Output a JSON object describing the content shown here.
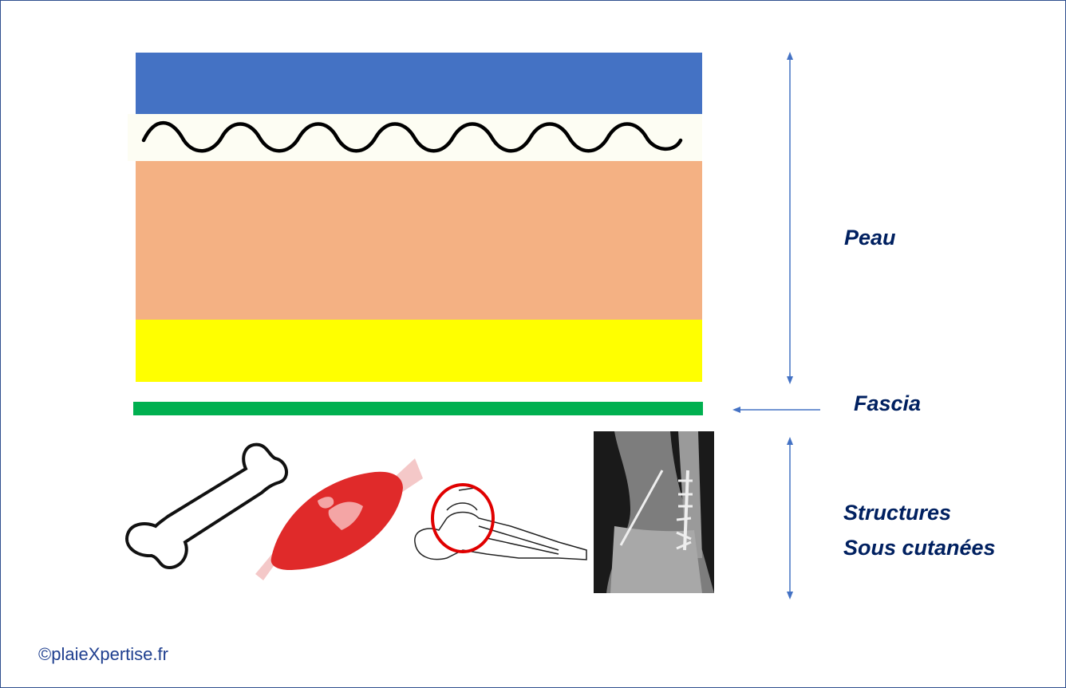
{
  "labels": {
    "skin": "Peau",
    "fascia": "Fascia",
    "structures_line1": "Structures",
    "structures_line2": "Sous cutanées"
  },
  "copyright": "©plaieXpertise.fr",
  "colors": {
    "epidermis": "#4472c4",
    "dermal_junction": "#fdfdf3",
    "dermis": "#f4b183",
    "hypodermis": "#ffff00",
    "fascia": "#00b050",
    "arrow": "#4472c4",
    "label": "#002060"
  },
  "icons": [
    "bone-icon",
    "muscle-icon",
    "foot-skeleton-icon",
    "ankle-xray-image"
  ]
}
